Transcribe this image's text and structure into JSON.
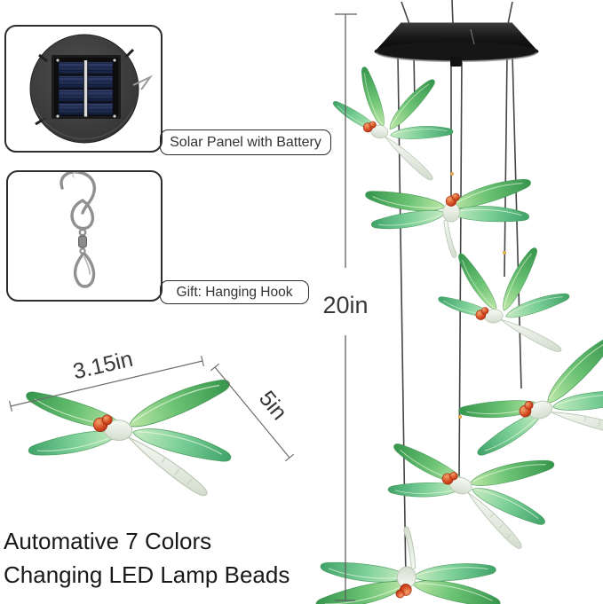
{
  "product": {
    "callouts": [
      {
        "label": "Solar Panel with Battery"
      },
      {
        "label": "Gift: Hanging Hook"
      }
    ],
    "dimensions": {
      "chime_length": "20in",
      "dragonfly_width": "3.15in",
      "dragonfly_wingspan": "5in"
    },
    "caption_line1": "Automative 7 Colors",
    "caption_line2": "Changing LED Lamp Beads"
  },
  "icons": {
    "solar_panel": "solar-panel-disc-icon",
    "hook": "hanging-hook-icon",
    "chime_top": "chime-cone-icon",
    "dragonfly": "dragonfly-icon",
    "dimension_lines": "measurement-arrow-lines"
  },
  "colors": {
    "wing_green": "#5cb768",
    "wing_teal": "#58bb8a",
    "bead_red": "#d64a22",
    "cone_black": "#141414",
    "string_gray": "#454545",
    "solar_cell_blue": "#273459",
    "metal_gray": "#9a9a9a",
    "label_border": "#2c2c2c",
    "text_dark": "#191919"
  }
}
